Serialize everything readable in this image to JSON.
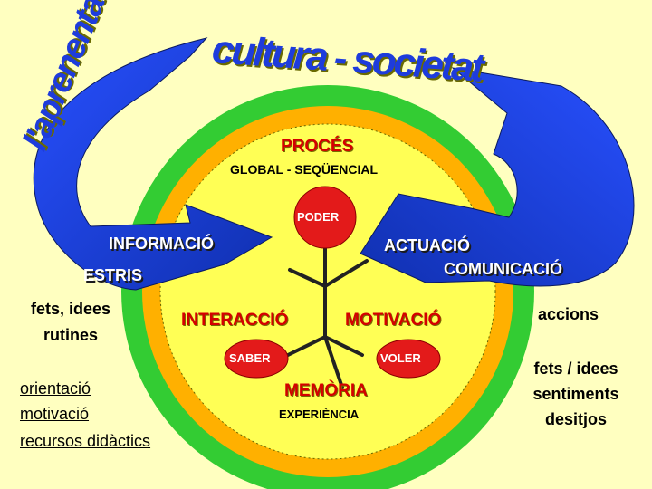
{
  "title_left": "l'aprenentatge",
  "title_top": "cultura - societat",
  "ring_top": {
    "title": "PROCÉS",
    "subtitle": "GLOBAL - SEQÜENCIAL"
  },
  "ring_bottom": {
    "title": "MEMÒRIA",
    "subtitle": "EXPERIÈNCIA"
  },
  "nodes": {
    "head": "PODER",
    "left": "SABER",
    "right": "VOLER"
  },
  "mid_labels": {
    "left": "INTERACCIÓ",
    "right": "MOTIVACIÓ"
  },
  "arrow_left": {
    "line1": "INFORMACIÓ",
    "line2": "ESTRIS"
  },
  "arrow_right": {
    "line1": "ACTUACIÓ",
    "line2": "COMUNICACIÓ"
  },
  "left_text": {
    "line1": "fets, idees",
    "line2": "rutines"
  },
  "left_list": [
    "orientació",
    "motivació",
    "recursos didàctics"
  ],
  "right_text": {
    "top": "accions",
    "lines": [
      "fets / idees",
      "sentiments",
      "desitjos"
    ]
  },
  "colors": {
    "background": "#FFFFC0",
    "outer_ring": "#33CC33",
    "middle_ring": "#FFB000",
    "inner_disk": "#FFFF55",
    "arrow": "#1E3CDC",
    "node": "#E31A1A",
    "title_blue": "#1E3CDC"
  }
}
